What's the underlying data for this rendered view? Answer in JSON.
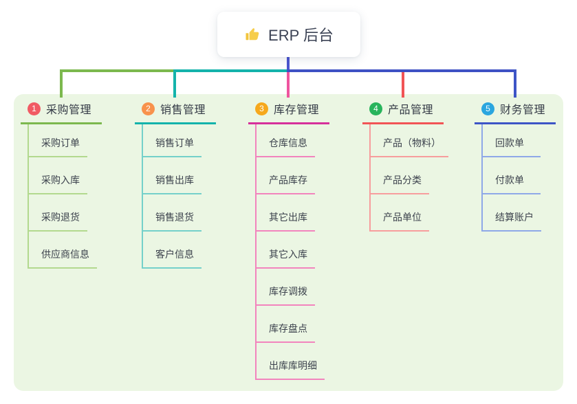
{
  "root": {
    "icon": "thumbs-up-icon",
    "title": "ERP 后台"
  },
  "colors": {
    "panel_bg": "#ebf6e3",
    "root_drop": "#4c55cf",
    "bus_green": "#7cb84e",
    "bus_teal": "#14b3ab",
    "bus_blue": "#3e51c4"
  },
  "branches": [
    {
      "badge": "1",
      "label": "采购管理",
      "badge_color": "#f15b64",
      "main_color": "#7cb84e",
      "light_color": "#b2d98e",
      "drop_color": "#7cb84e",
      "items": [
        "采购订单",
        "采购入库",
        "采购退货",
        "供应商信息"
      ]
    },
    {
      "badge": "2",
      "label": "销售管理",
      "badge_color": "#f8924c",
      "main_color": "#14b3ab",
      "light_color": "#74d0ca",
      "drop_color": "#14b3ab",
      "items": [
        "销售订单",
        "销售出库",
        "销售退货",
        "客户信息"
      ]
    },
    {
      "badge": "3",
      "label": "库存管理",
      "badge_color": "#f6a81c",
      "main_color": "#d6309b",
      "light_color": "#f284bd",
      "drop_color": "#ef549f",
      "items": [
        "仓库信息",
        "产品库存",
        "其它出库",
        "其它入库",
        "库存调拨",
        "库存盘点",
        "出库库明细"
      ]
    },
    {
      "badge": "4",
      "label": "产品管理",
      "badge_color": "#28b45c",
      "main_color": "#f15455",
      "light_color": "#f79d9d",
      "drop_color": "#f15455",
      "items": [
        "产品（物料）",
        "产品分类",
        "产品单位"
      ]
    },
    {
      "badge": "5",
      "label": "财务管理",
      "badge_color": "#2ba6df",
      "main_color": "#3d55c6",
      "light_color": "#8ea8e8",
      "drop_color": "#3d55c6",
      "items": [
        "回款单",
        "付款单",
        "结算账户"
      ]
    }
  ]
}
